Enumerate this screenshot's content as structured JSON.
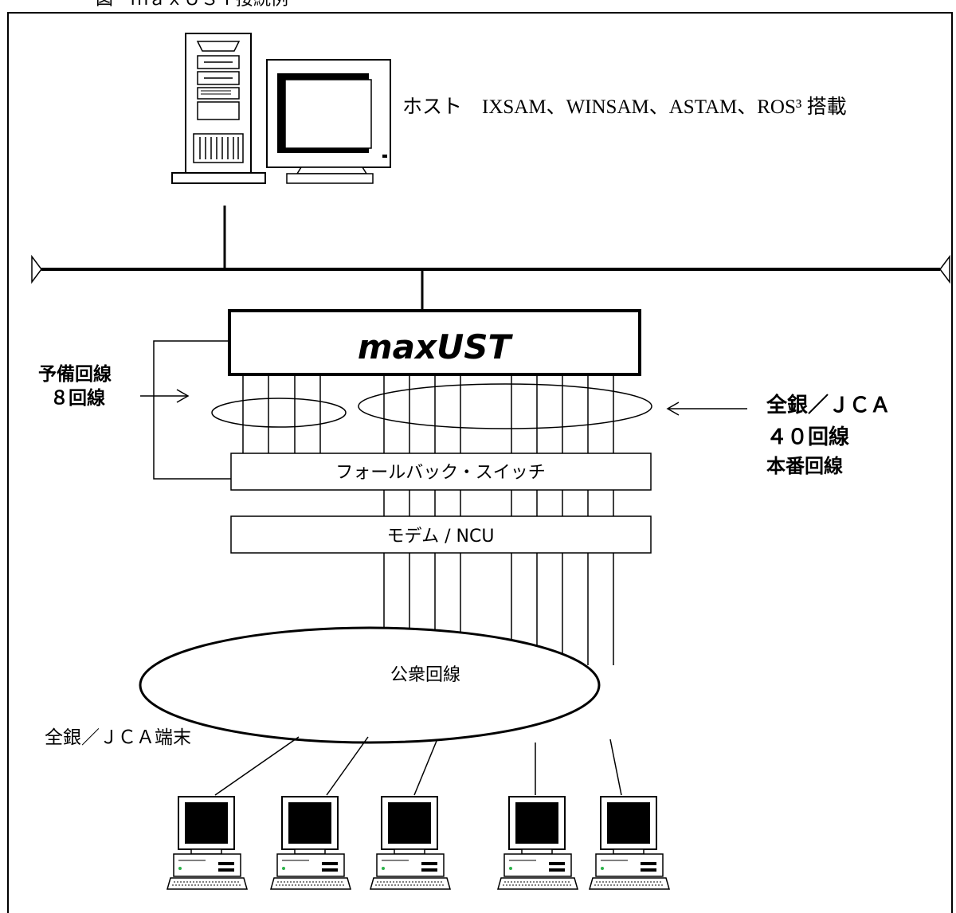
{
  "figure_caption": "図　ｍａｘＵＳＴ接続例",
  "host_label": "ホスト　IXSAM、WINSAM、ASTAM、ROS³ 搭載",
  "product_name": "maxUST",
  "spare_lines_label_1": "予備回線",
  "spare_lines_label_2": "８回線",
  "main_lines_label_1": "全銀／ＪＣＡ",
  "main_lines_label_2": "４０回線",
  "main_lines_label_3": "本番回線",
  "fallback_switch_label": "フォールバック・スイッチ",
  "modem_label": "モデム / NCU",
  "public_network_label": "公衆回線",
  "terminal_label": "全銀／ＪＣＡ端末"
}
